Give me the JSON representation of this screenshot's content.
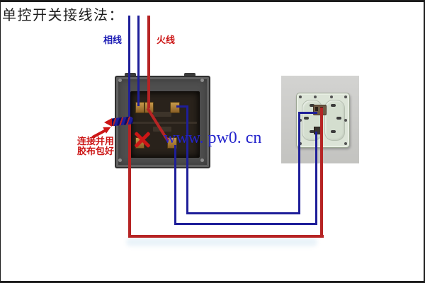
{
  "title": "单控开关接线法：",
  "wire_labels": {
    "phase": "相线",
    "live": "火线"
  },
  "annotation": {
    "note_line1": "连接并用",
    "note_line2": "胶布包好"
  },
  "watermark": "www. pw0. cn",
  "colors": {
    "wire_blue": "#1e1e99",
    "wire_red": "#b62424",
    "phase_label": "#1d1db5",
    "live_label": "#cc1616",
    "note_red": "#cc1616",
    "watermark_blue": "#2424cc",
    "title_text": "#1c1c1c"
  }
}
